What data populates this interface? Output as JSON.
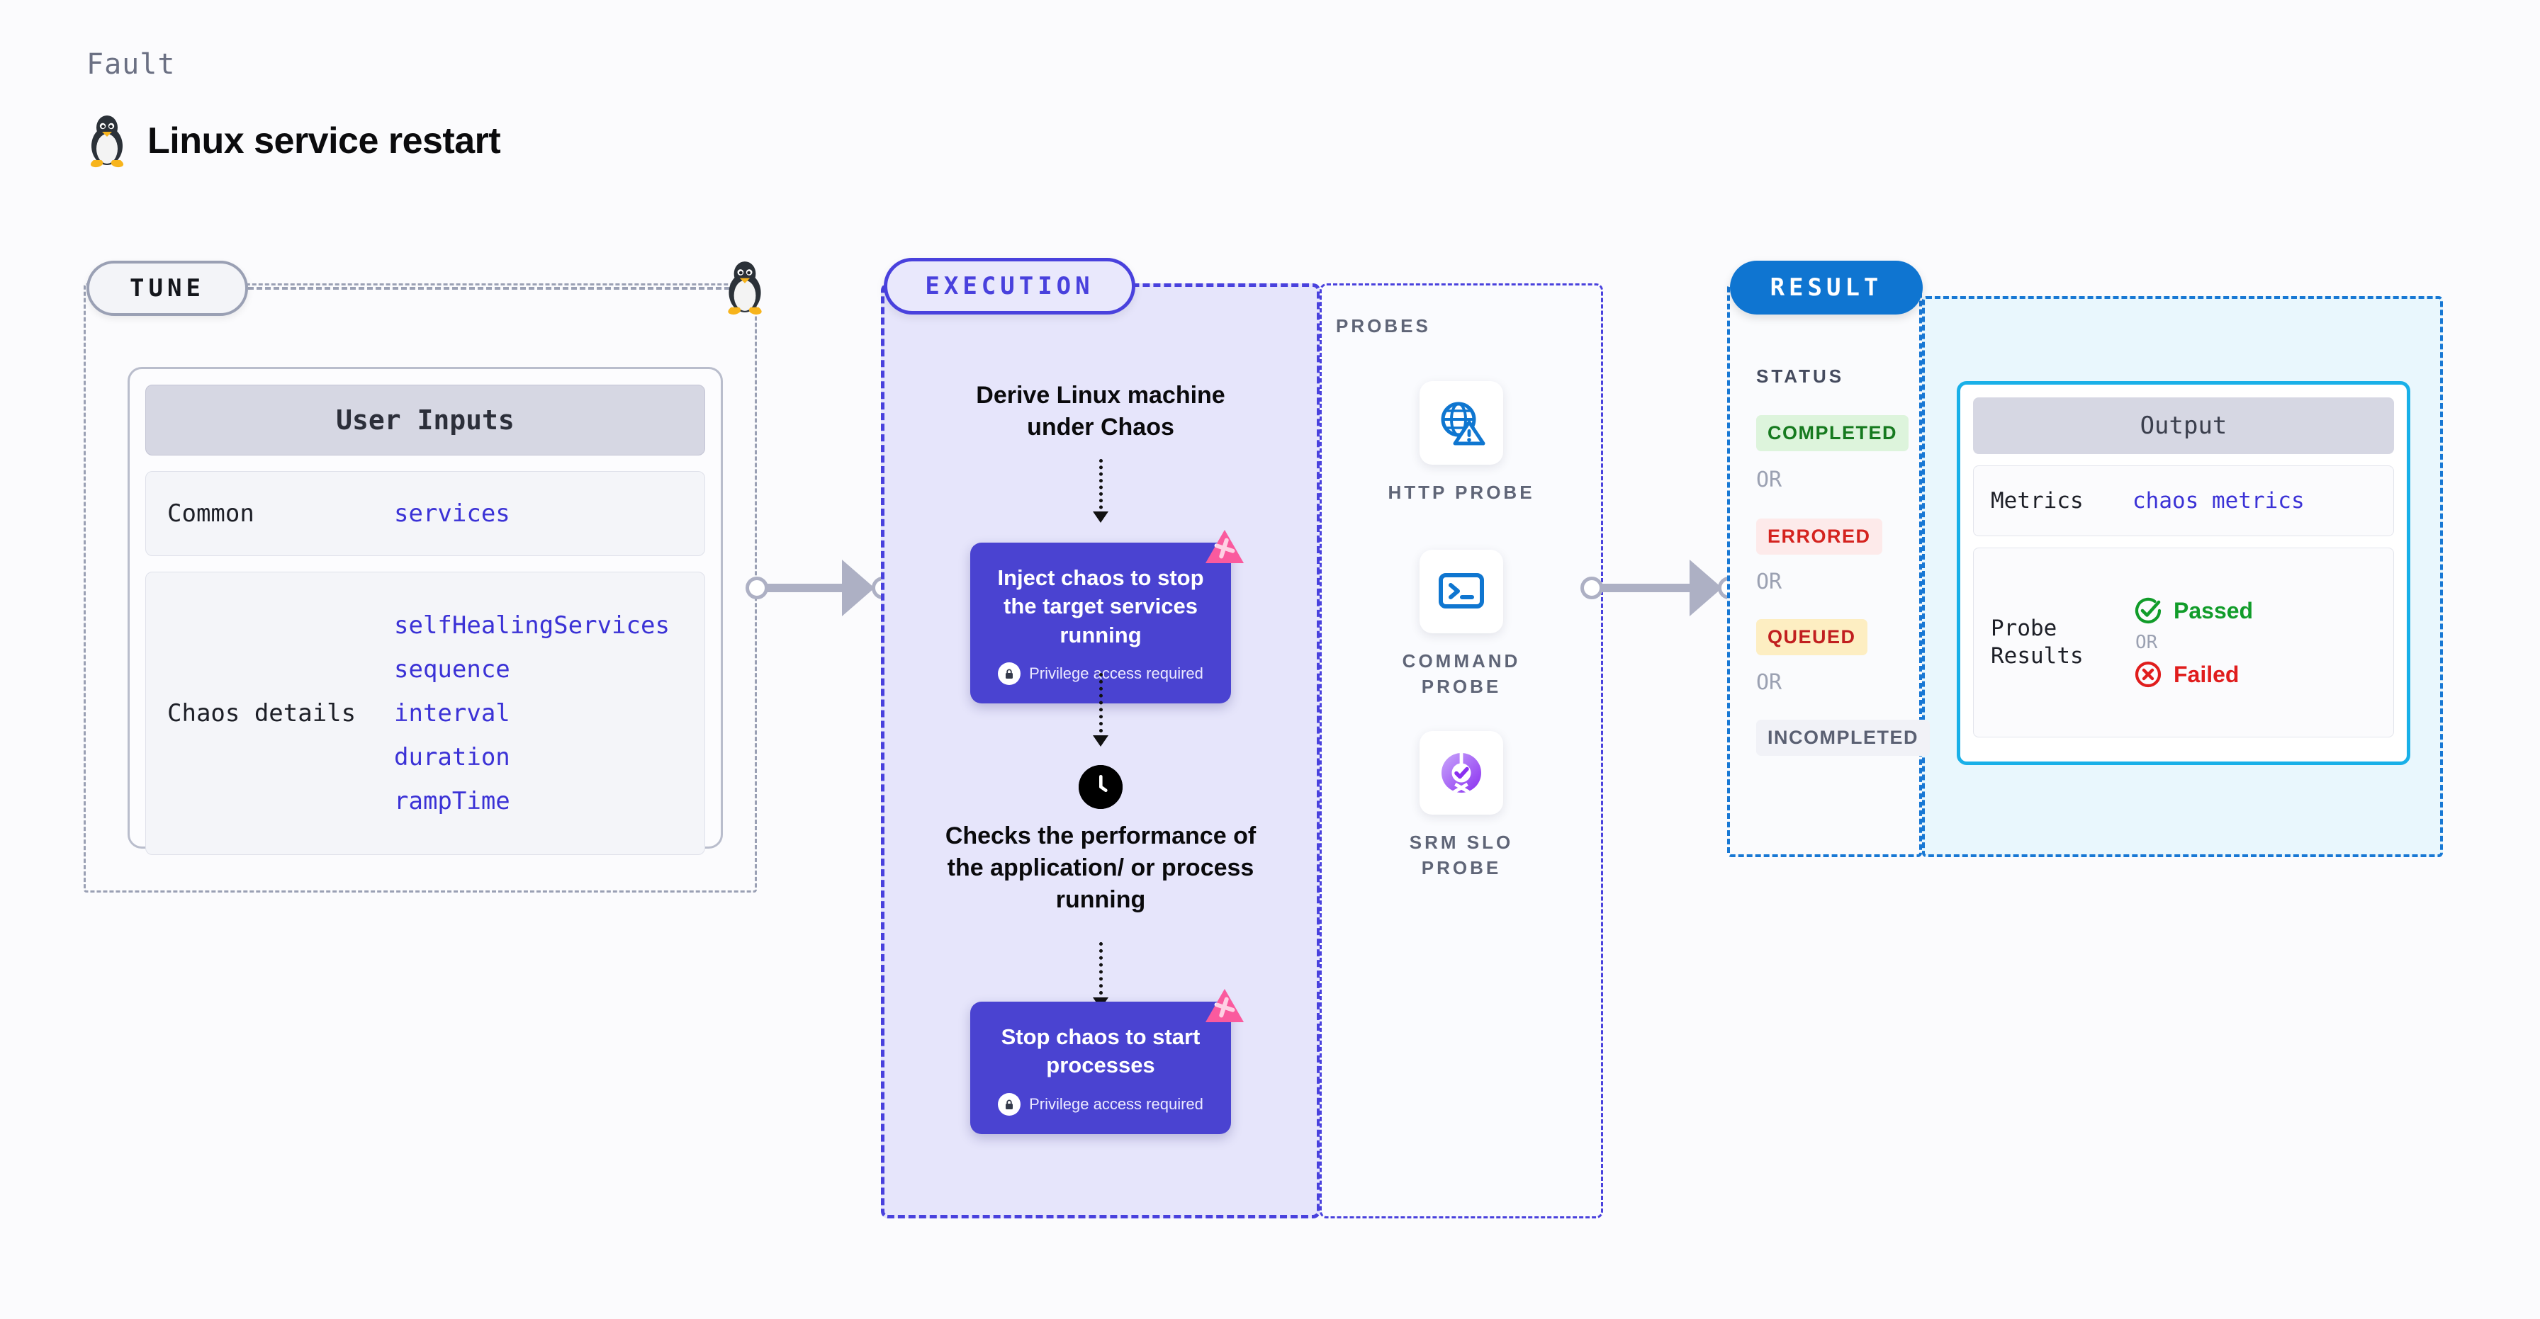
{
  "header": {
    "eyebrow": "Fault",
    "title": "Linux service restart",
    "icon": "linux-penguin-icon"
  },
  "tune": {
    "pill_label": "TUNE",
    "corner_icon": "linux-penguin-icon",
    "card": {
      "header": "User Inputs",
      "sections": [
        {
          "label": "Common",
          "values": [
            "services"
          ]
        },
        {
          "label": "Chaos details",
          "values": [
            "selfHealingServices",
            "sequence",
            "interval",
            "duration",
            "rampTime"
          ]
        }
      ]
    }
  },
  "execution": {
    "pill_label": "EXECUTION",
    "steps": [
      {
        "type": "text",
        "text": "Derive Linux machine under Chaos"
      },
      {
        "type": "card",
        "title": "Inject chaos to stop the target services running",
        "note": "Privilege access required",
        "note_icon": "lock-icon",
        "badge_icon": "harness-logo-icon"
      },
      {
        "type": "text",
        "icon": "clock-icon",
        "text": "Checks the performance of the application/ or process running"
      },
      {
        "type": "card",
        "title": "Stop chaos to start processes",
        "note": "Privilege access required",
        "note_icon": "lock-icon",
        "badge_icon": "harness-logo-icon"
      }
    ]
  },
  "probes": {
    "label": "PROBES",
    "items": [
      {
        "name": "HTTP PROBE",
        "icon": "globe-warning-icon"
      },
      {
        "name": "COMMAND PROBE",
        "icon": "terminal-icon"
      },
      {
        "name": "SRM SLO PROBE",
        "icon": "slo-donut-check-icon"
      }
    ]
  },
  "result": {
    "pill_label": "RESULT",
    "status_label": "STATUS",
    "or_label": "OR",
    "statuses": [
      {
        "text": "COMPLETED",
        "color": "#167a1f",
        "bg": "#ddf4dc"
      },
      {
        "text": "ERRORED",
        "color": "#d4231f",
        "bg": "#fdeaea"
      },
      {
        "text": "QUEUED",
        "color": "#c11f1f",
        "bg": "#fdeec2"
      },
      {
        "text": "INCOMPLETED",
        "color": "#5a6072",
        "bg": "#f1f2f7"
      }
    ],
    "output": {
      "header": "Output",
      "metrics_label": "Metrics",
      "metrics_value": "chaos metrics",
      "probe_label": "Probe Results",
      "passed": "Passed",
      "failed": "Failed",
      "or_label": "OR",
      "passed_icon": "check-circle-icon",
      "failed_icon": "x-circle-icon"
    }
  },
  "connectors": [
    {
      "name": "tune-to-execution"
    },
    {
      "name": "probes-to-result"
    }
  ],
  "colors": {
    "purple": "#4a43d1",
    "exec_bg": "#e6e5fb",
    "blue": "#0f75d1",
    "cyan": "#19b0e8",
    "green": "#119c2a",
    "red": "#e01d1d",
    "mono_blue": "#3b32d6"
  }
}
